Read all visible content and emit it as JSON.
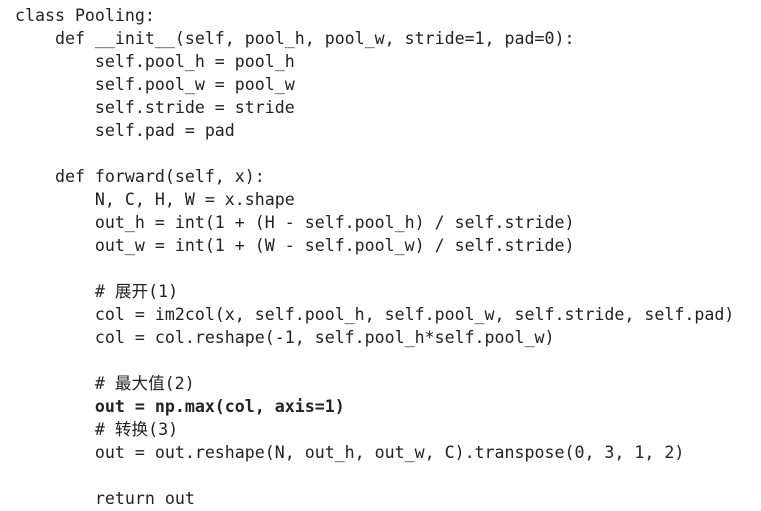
{
  "code": {
    "lines": [
      "class Pooling:",
      "    def __init__(self, pool_h, pool_w, stride=1, pad=0):",
      "        self.pool_h = pool_h",
      "        self.pool_w = pool_w",
      "        self.stride = stride",
      "        self.pad = pad",
      "",
      "    def forward(self, x):",
      "        N, C, H, W = x.shape",
      "        out_h = int(1 + (H - self.pool_h) / self.stride)",
      "        out_w = int(1 + (W - self.pool_w) / self.stride)",
      "",
      "        # 展开(1)",
      "        col = im2col(x, self.pool_h, self.pool_w, self.stride, self.pad)",
      "        col = col.reshape(-1, self.pool_h*self.pool_w)",
      "",
      "        # 最大值(2)",
      "        out = np.max(col, axis=1)",
      "        # 转换(3)",
      "        out = out.reshape(N, out_h, out_w, C).transpose(0, 3, 1, 2)",
      "",
      "        return out"
    ]
  }
}
